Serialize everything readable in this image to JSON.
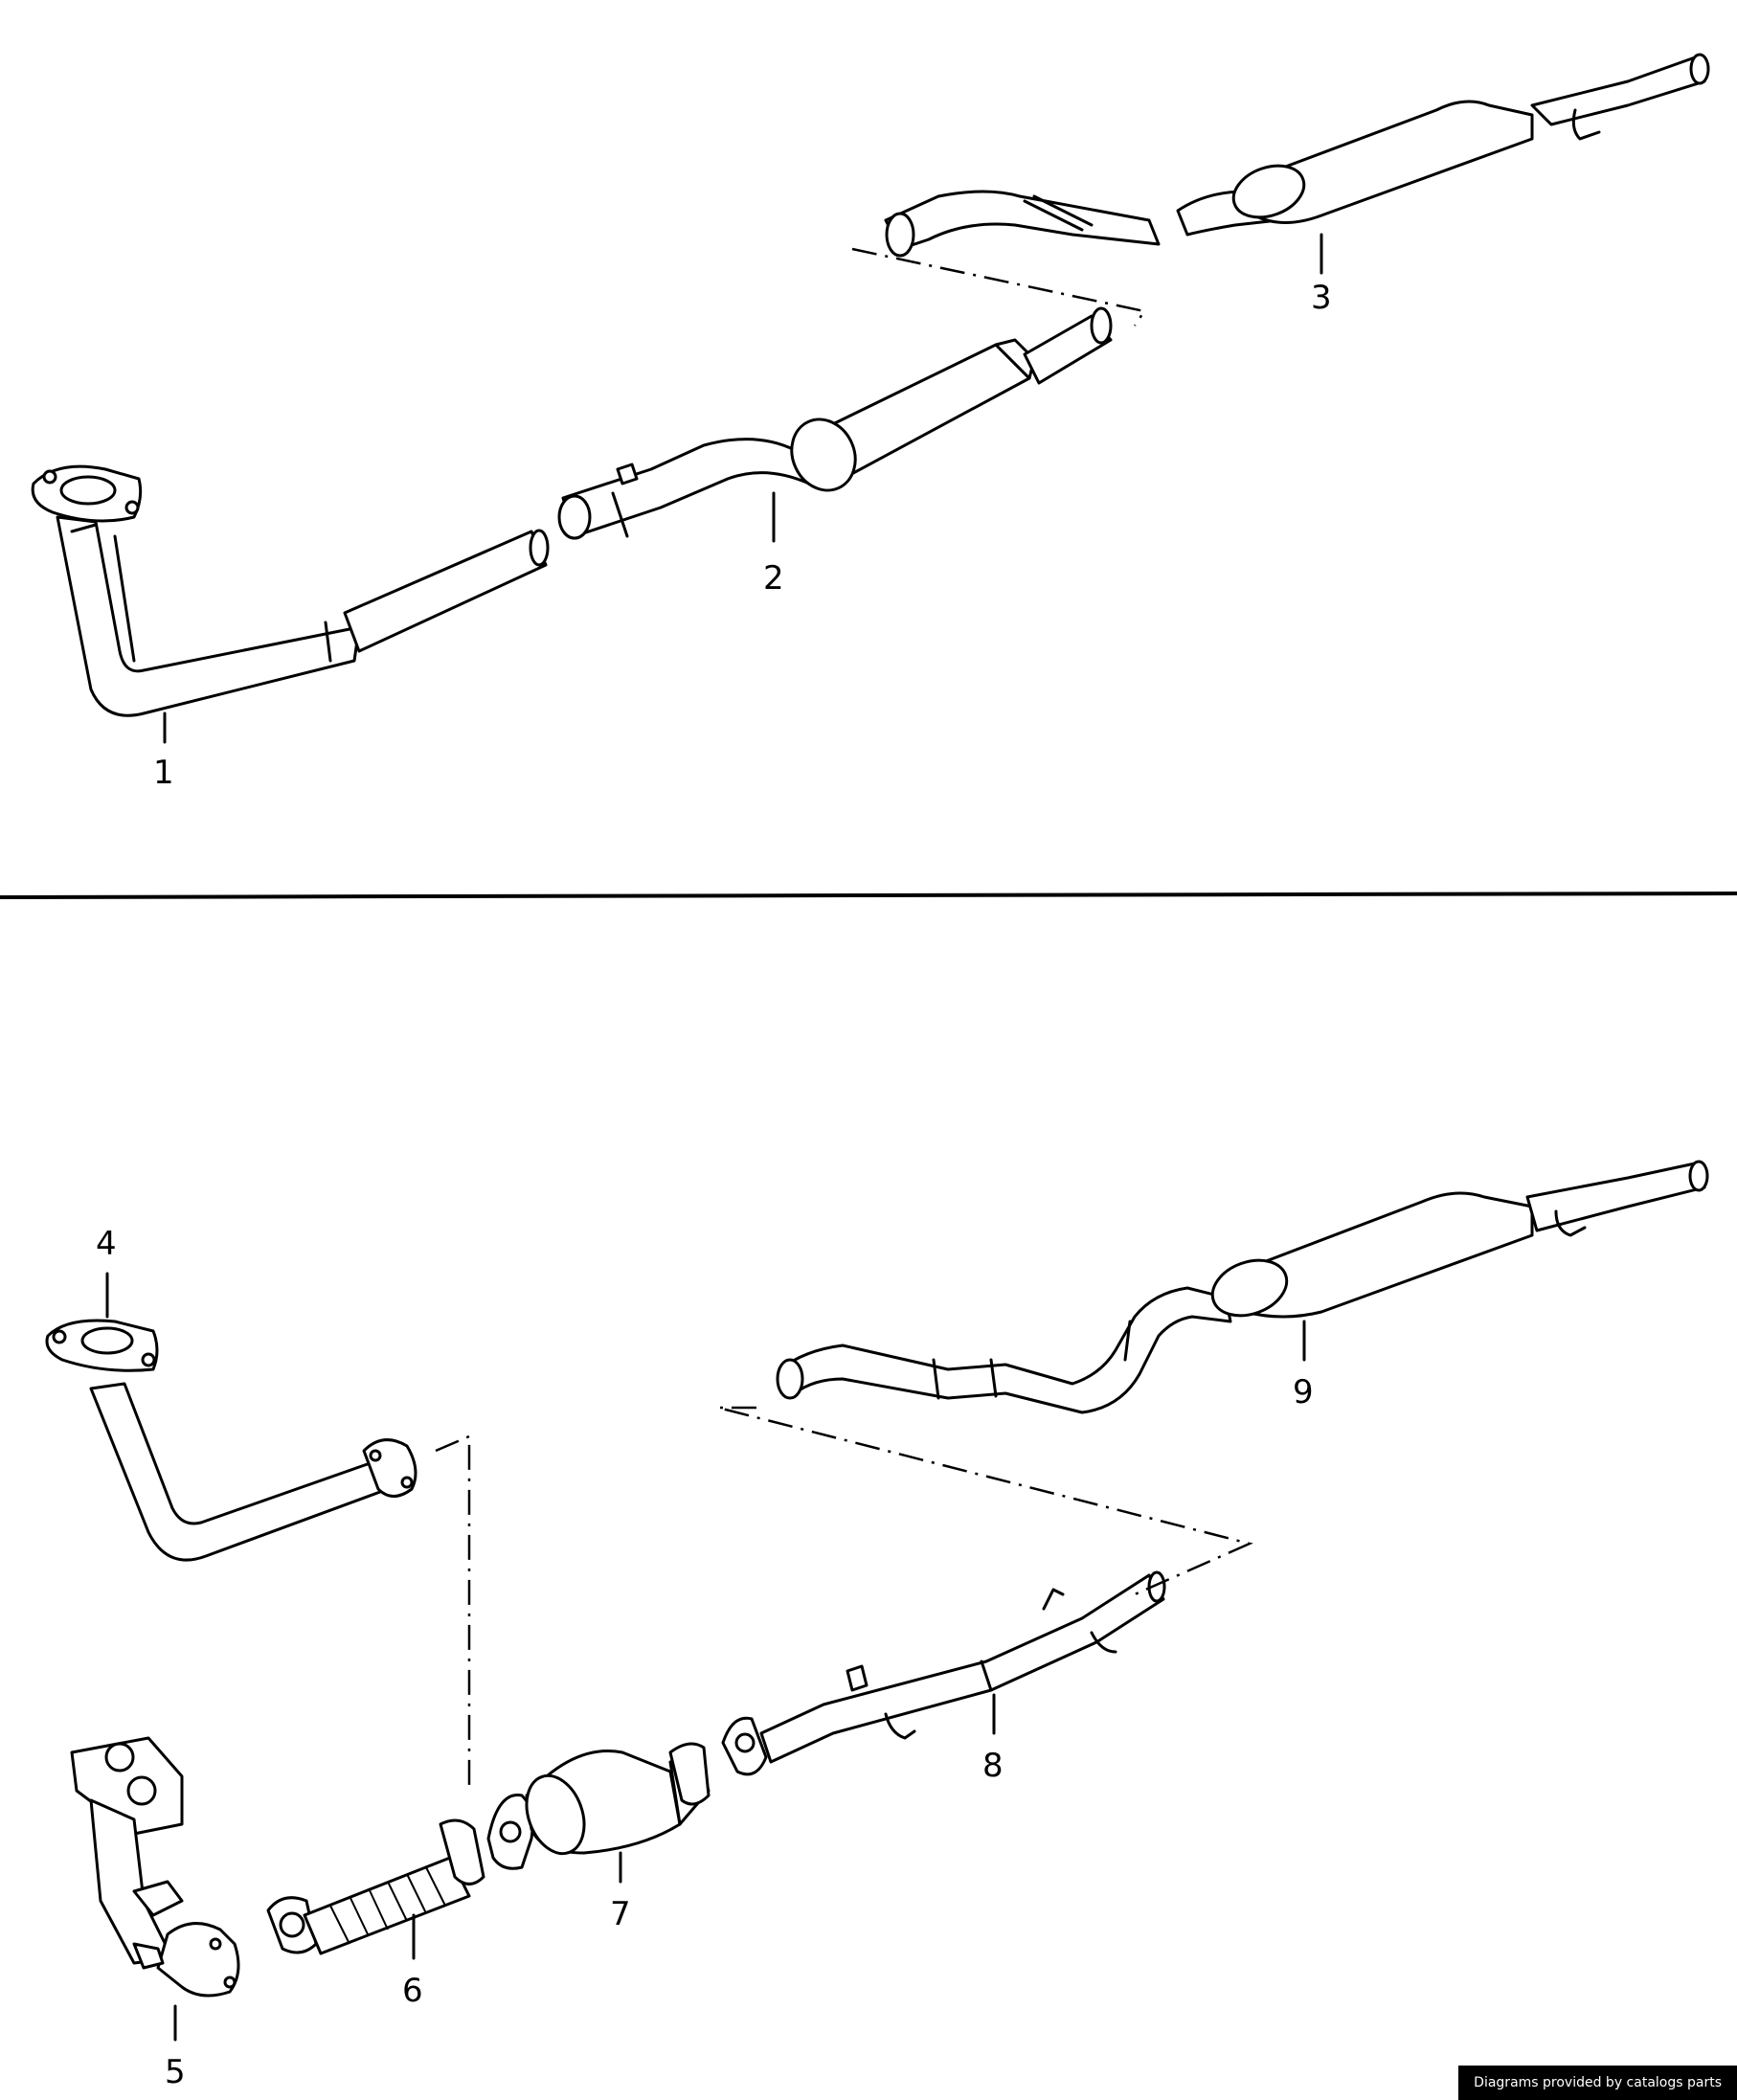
{
  "diagram": {
    "upper_assembly": {
      "callouts": [
        {
          "id": "callout-1",
          "label": "1"
        },
        {
          "id": "callout-2",
          "label": "2"
        },
        {
          "id": "callout-3",
          "label": "3"
        }
      ]
    },
    "lower_assembly": {
      "callouts": [
        {
          "id": "callout-4",
          "label": "4"
        },
        {
          "id": "callout-5",
          "label": "5"
        },
        {
          "id": "callout-6",
          "label": "6"
        },
        {
          "id": "callout-7",
          "label": "7"
        },
        {
          "id": "callout-8",
          "label": "8"
        },
        {
          "id": "callout-9",
          "label": "9"
        }
      ]
    }
  },
  "footer": {
    "attribution": "Diagrams provided by catalogs parts"
  },
  "colors": {
    "ink": "#000000",
    "paper": "#ffffff",
    "badge_background": "#000000",
    "badge_text": "#ffffff"
  }
}
